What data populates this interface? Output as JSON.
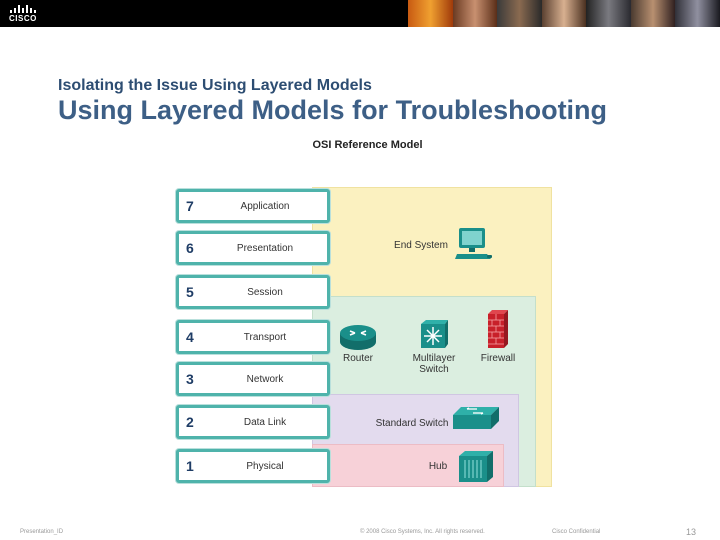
{
  "header": {
    "logo_text": "CISCO"
  },
  "slide": {
    "subtitle": "Isolating the Issue Using Layered Models",
    "title": "Using Layered Models for Troubleshooting"
  },
  "diagram": {
    "title": "OSI Reference Model",
    "layers": [
      {
        "num": "7",
        "name": "Application"
      },
      {
        "num": "6",
        "name": "Presentation"
      },
      {
        "num": "5",
        "name": "Session"
      },
      {
        "num": "4",
        "name": "Transport"
      },
      {
        "num": "3",
        "name": "Network"
      },
      {
        "num": "2",
        "name": "Data Link"
      },
      {
        "num": "1",
        "name": "Physical"
      }
    ],
    "devices": {
      "end_system": "End System",
      "router": "Router",
      "multilayer_switch_line1": "Multilayer",
      "multilayer_switch_line2": "Switch",
      "firewall": "Firewall",
      "standard_switch": "Standard Switch",
      "hub": "Hub"
    },
    "colors": {
      "application_region": "#fbf1c0",
      "network_region": "#dbeee0",
      "datalink_region": "#e3dbee",
      "physical_region": "#f7d1d8",
      "layer_border": "#4fb3ab",
      "device_icon": "#1a8f8a"
    }
  },
  "footer": {
    "presentation_id": "Presentation_ID",
    "copyright": "© 2008 Cisco Systems, Inc. All rights reserved.",
    "confidential": "Cisco Confidential",
    "page_number": "13"
  }
}
